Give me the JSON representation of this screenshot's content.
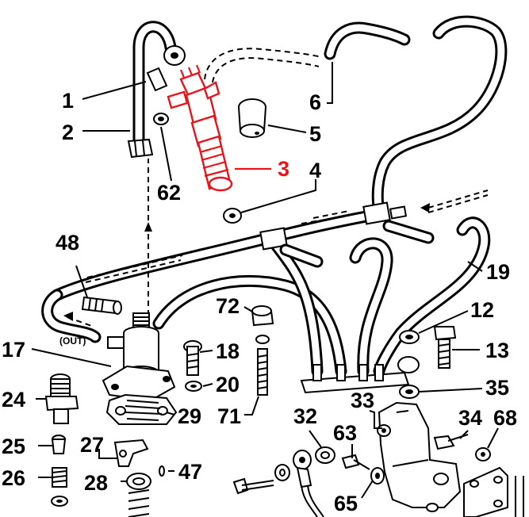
{
  "diagram": {
    "highlight_color": "#e8141b",
    "line_color": "#000000",
    "background": "#ffffff",
    "highlighted_part": "3",
    "callouts": [
      {
        "id": "1",
        "text": "1"
      },
      {
        "id": "2",
        "text": "2"
      },
      {
        "id": "3",
        "text": "3"
      },
      {
        "id": "4",
        "text": "4"
      },
      {
        "id": "5",
        "text": "5"
      },
      {
        "id": "6",
        "text": "6"
      },
      {
        "id": "62",
        "text": "62"
      },
      {
        "id": "48",
        "text": "48"
      },
      {
        "id": "19",
        "text": "19"
      },
      {
        "id": "12",
        "text": "12"
      },
      {
        "id": "13",
        "text": "13"
      },
      {
        "id": "72",
        "text": "72"
      },
      {
        "id": "18",
        "text": "18"
      },
      {
        "id": "20",
        "text": "20"
      },
      {
        "id": "71",
        "text": "71"
      },
      {
        "id": "17",
        "text": "17"
      },
      {
        "id": "24",
        "text": "24"
      },
      {
        "id": "29",
        "text": "29"
      },
      {
        "id": "35",
        "text": "35"
      },
      {
        "id": "33",
        "text": "33"
      },
      {
        "id": "32",
        "text": "32"
      },
      {
        "id": "34",
        "text": "34"
      },
      {
        "id": "68",
        "text": "68"
      },
      {
        "id": "63",
        "text": "63"
      },
      {
        "id": "25",
        "text": "25"
      },
      {
        "id": "27",
        "text": "27"
      },
      {
        "id": "26",
        "text": "26"
      },
      {
        "id": "28",
        "text": "28"
      },
      {
        "id": "47",
        "text": "47"
      },
      {
        "id": "65",
        "text": "65"
      }
    ],
    "annotations": {
      "out_label": "(OUT)"
    }
  }
}
